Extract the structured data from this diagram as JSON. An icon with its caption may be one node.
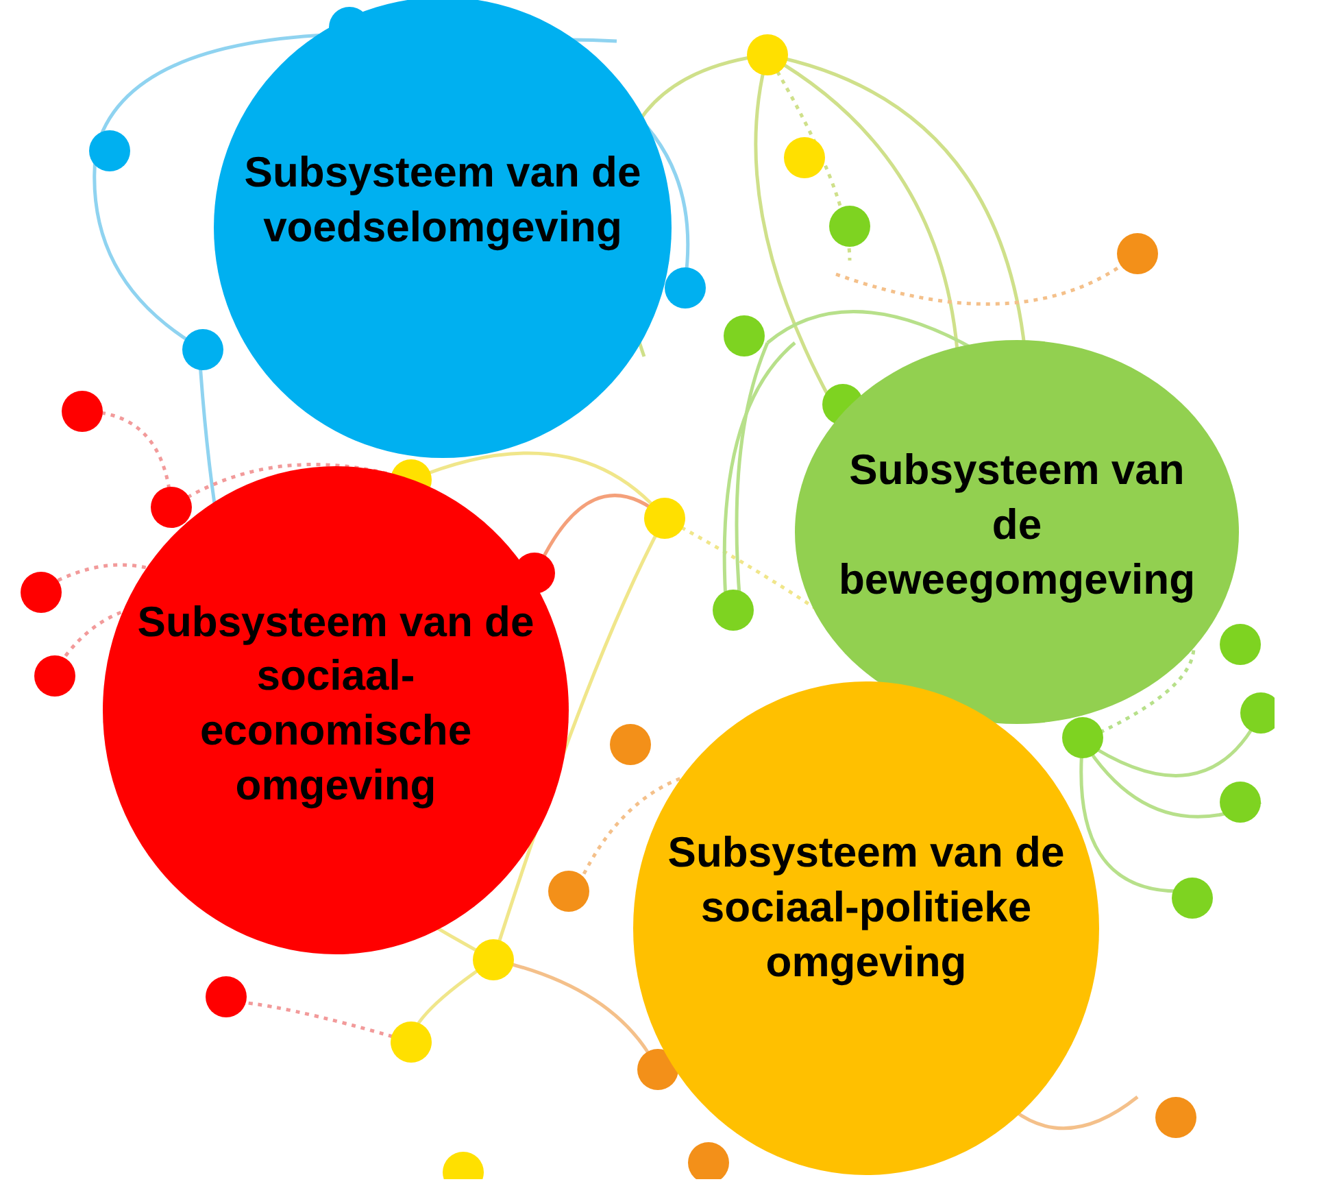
{
  "diagram": {
    "nodes": [
      {
        "text": [
          "Subsysteem van de voedselomgeving"
        ]
      },
      {
        "text": [
          "Subsysteem van de beweegomgeving"
        ]
      },
      {
        "text": [
          "Subsysteem van de sociaal-economische omgeving"
        ]
      },
      {
        "text": [
          "Subsysteem van de sociaal-politieke omgeving"
        ]
      }
    ]
  }
}
